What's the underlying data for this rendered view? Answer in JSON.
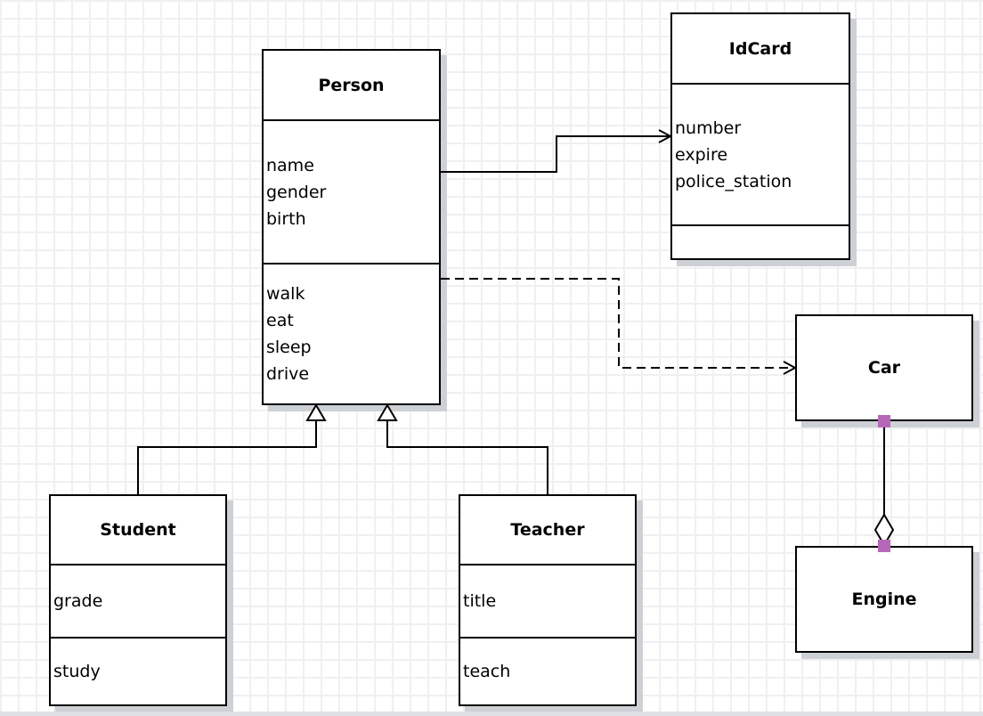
{
  "diagram": {
    "classes": {
      "person": {
        "title": "Person",
        "attributes": [
          "name",
          "gender",
          "birth"
        ],
        "methods": [
          "walk",
          "eat",
          "sleep",
          "drive"
        ]
      },
      "idcard": {
        "title": "IdCard",
        "attributes": [
          "number",
          "expire",
          "police_station"
        ],
        "methods": []
      },
      "car": {
        "title": "Car",
        "attributes": [],
        "methods": []
      },
      "engine": {
        "title": "Engine",
        "attributes": [],
        "methods": []
      },
      "student": {
        "title": "Student",
        "attributes": [
          "grade"
        ],
        "methods": [
          "study"
        ]
      },
      "teacher": {
        "title": "Teacher",
        "attributes": [
          "title"
        ],
        "methods": [
          "teach"
        ]
      }
    },
    "relationships": [
      {
        "from": "Person",
        "to": "IdCard",
        "type": "association",
        "line": "solid",
        "arrow": "open"
      },
      {
        "from": "Person",
        "to": "Car",
        "type": "dependency",
        "line": "dashed",
        "arrow": "open"
      },
      {
        "from": "Student",
        "to": "Person",
        "type": "generalization",
        "line": "solid",
        "arrow": "hollow-triangle"
      },
      {
        "from": "Teacher",
        "to": "Person",
        "type": "generalization",
        "line": "solid",
        "arrow": "hollow-triangle"
      },
      {
        "from": "Car",
        "to": "Engine",
        "type": "aggregation",
        "line": "solid",
        "arrow": "hollow-diamond"
      }
    ],
    "colors": {
      "box_border": "#000000",
      "box_fill": "#ffffff",
      "endpoint_marker": "#b668b8",
      "shadow": "#cdd0d4",
      "grid_line": "#f0f0f2",
      "background": "#ffffff"
    }
  }
}
